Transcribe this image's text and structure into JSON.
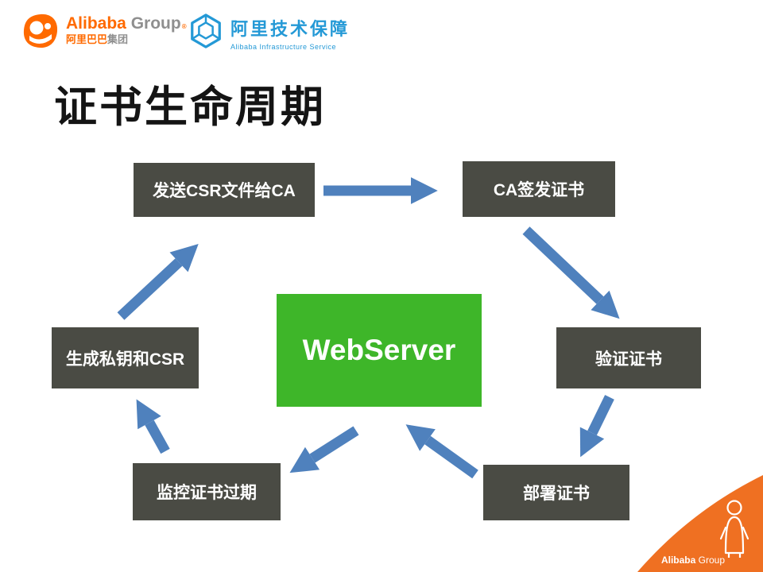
{
  "colors": {
    "node_bg": "#4a4b44",
    "center_bg": "#3eb629",
    "arrow": "#4f81bd",
    "alibaba_orange": "#ff6a00",
    "infra_blue": "#2499d6",
    "corner_orange": "#ef7022"
  },
  "header": {
    "alibaba": {
      "name": "Alibaba",
      "suffix": "Group",
      "reg_mark": "®",
      "cn_name": "阿里巴巴",
      "cn_suffix": "集团"
    },
    "infra": {
      "title": "阿里技术保障",
      "subtitle": "Alibaba Infrastructure Service"
    }
  },
  "title": "证书生命周期",
  "diagram": {
    "center": {
      "label": "WebServer"
    },
    "nodes": {
      "send_csr": "发送CSR文件给CA",
      "ca_issue": "CA签发证书",
      "verify": "验证证书",
      "deploy": "部署证书",
      "monitor": "监控证书过期",
      "generate": "生成私钥和CSR"
    },
    "edges": [
      "generate -> send_csr",
      "send_csr -> ca_issue",
      "ca_issue -> verify",
      "verify -> deploy",
      "deploy -> webserver",
      "webserver -> monitor",
      "monitor -> generate"
    ]
  },
  "footer": {
    "brand": "Alibaba",
    "suffix": "Group"
  }
}
